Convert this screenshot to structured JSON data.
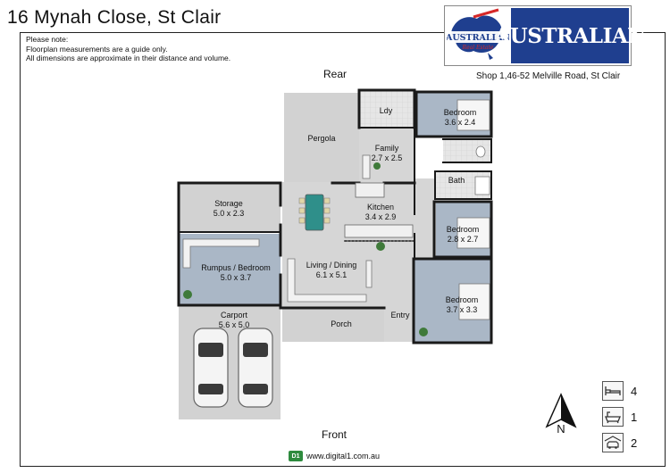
{
  "title": "16 Mynah Close, St Clair",
  "note": {
    "heading": "Please note:",
    "line1": "Floorplan measurements are a guide only.",
    "line2": "All dimensions are approximate in their distance and volume."
  },
  "logo": {
    "badge_main": "AUSTRALIAN",
    "badge_sub": "Real Estate",
    "wordmark": "AUSTRALIAN",
    "colors": {
      "blue": "#1f3f8f",
      "red": "#d62828"
    }
  },
  "address": "Shop 1,46-52 Melville Road, St Clair",
  "orientation": {
    "rear": "Rear",
    "front": "Front",
    "north": "N"
  },
  "rooms": {
    "laundry": {
      "name": "Ldy"
    },
    "bedroom1": {
      "name": "Bedroom",
      "dims": "3.6 x 2.4"
    },
    "pergola": {
      "name": "Pergola"
    },
    "family": {
      "name": "Family",
      "dims": "2.7 x 2.5"
    },
    "bath": {
      "name": "Bath"
    },
    "storage": {
      "name": "Storage",
      "dims": "5.0 x 2.3"
    },
    "kitchen": {
      "name": "Kitchen",
      "dims": "3.4 x 2.9"
    },
    "bedroom2": {
      "name": "Bedroom",
      "dims": "2.8 x 2.7"
    },
    "rumpus": {
      "name": "Rumpus / Bedroom",
      "dims": "5.0 x 3.7"
    },
    "living": {
      "name": "Living / Dining",
      "dims": "6.1 x 5.1"
    },
    "bedroom3": {
      "name": "Bedroom",
      "dims": "3.7 x 3.3"
    },
    "carport": {
      "name": "Carport",
      "dims": "5.6 x 5.0"
    },
    "porch": {
      "name": "Porch"
    },
    "entry": {
      "name": "Entry"
    }
  },
  "stats": {
    "bedrooms": {
      "icon": "bed-icon",
      "value": "4"
    },
    "bathrooms": {
      "icon": "bath-icon",
      "value": "1"
    },
    "cars": {
      "icon": "car-icon",
      "value": "2"
    }
  },
  "footer": {
    "badge": "D1",
    "website": "www.digital1.com.au"
  },
  "colors": {
    "blue_floor": "#aab7c6",
    "grey_floor": "#d2d2d2",
    "wall": "#1a1a1a"
  }
}
